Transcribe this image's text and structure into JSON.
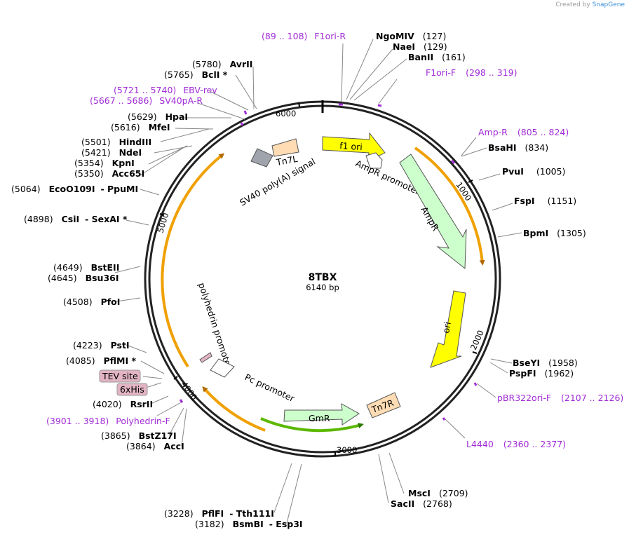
{
  "credit": {
    "prefix": "Created by",
    "brand": "SnapGene"
  },
  "plasmid": {
    "name": "8TBX",
    "size": "6140 bp"
  },
  "ticks": [
    "1000",
    "2000",
    "3000",
    "4000",
    "5000",
    "6000"
  ],
  "features": {
    "f1_ori": "f1 ori",
    "ampr_promoter": "AmpR promoter",
    "ampr": "AmpR",
    "ori": "ori",
    "tn7r": "Tn7R",
    "gmr": "GmR",
    "pc_promoter": "Pc promoter",
    "polyhedrin_promoter": "polyhedrin promoter",
    "tn7l": "Tn7L",
    "sv40": "SV40 poly(A) signal",
    "tev": "TEV site",
    "his": "6xHis"
  },
  "sites": {
    "ngomiv": {
      "pos": "(127)",
      "name": "NgoMIV"
    },
    "naei": {
      "pos": "(129)",
      "name": "NaeI"
    },
    "banii": {
      "pos": "(161)",
      "name": "BanII"
    },
    "bsahi": {
      "pos": "(834)",
      "name": "BsaHI"
    },
    "pvui": {
      "pos": "(1005)",
      "name": "PvuI"
    },
    "fspi": {
      "pos": "(1151)",
      "name": "FspI"
    },
    "bpmi": {
      "pos": "(1305)",
      "name": "BpmI"
    },
    "bseyi": {
      "pos": "(1958)",
      "name": "BseYI"
    },
    "pspfi": {
      "pos": "(1962)",
      "name": "PspFI"
    },
    "msci": {
      "pos": "(2709)",
      "name": "MscI"
    },
    "sacii": {
      "pos": "(2768)",
      "name": "SacII"
    },
    "pflfi": {
      "pos": "(3228)",
      "name": "PflFI",
      "alt": "- Tth111I"
    },
    "bsmbi": {
      "pos": "(3182)",
      "name": "BsmBI",
      "alt": "- Esp3I"
    },
    "bstz17i": {
      "pos": "(3865)",
      "name": "BstZ17I"
    },
    "acci": {
      "pos": "(3864)",
      "name": "AccI"
    },
    "rsrii": {
      "pos": "(4020)",
      "name": "RsrII"
    },
    "pflmi": {
      "pos": "(4085)",
      "name": "PflMI *"
    },
    "psti": {
      "pos": "(4223)",
      "name": "PstI"
    },
    "pfoi": {
      "pos": "(4508)",
      "name": "PfoI"
    },
    "bsteii": {
      "pos": "(4649)",
      "name": "BstEII"
    },
    "bsu36i": {
      "pos": "(4645)",
      "name": "Bsu36I"
    },
    "csii": {
      "pos": "(4898)",
      "name": "CsiI",
      "alt": "- SexAI *"
    },
    "ecoo109i": {
      "pos": "(5064)",
      "name": "EcoO109I",
      "alt": "- PpuMI"
    },
    "acc65i": {
      "pos": "(5350)",
      "name": "Acc65I"
    },
    "kpni": {
      "pos": "(5354)",
      "name": "KpnI"
    },
    "ndei": {
      "pos": "(5421)",
      "name": "NdeI"
    },
    "hindiii": {
      "pos": "(5501)",
      "name": "HindIII"
    },
    "mfei": {
      "pos": "(5616)",
      "name": "MfeI"
    },
    "hpai": {
      "pos": "(5629)",
      "name": "HpaI"
    },
    "bcli": {
      "pos": "(5765)",
      "name": "BclI *"
    },
    "avrii": {
      "pos": "(5780)",
      "name": "AvrII"
    }
  },
  "primers": {
    "f1ori_r": {
      "range": "(89 .. 108)",
      "name": "F1ori-R"
    },
    "f1ori_f": {
      "name": "F1ori-F",
      "range": "(298 .. 319)"
    },
    "amp_r": {
      "name": "Amp-R",
      "range": "(805 .. 824)"
    },
    "pbr322": {
      "name": "pBR322ori-F",
      "range": "(2107 .. 2126)"
    },
    "l4440": {
      "name": "L4440",
      "range": "(2360 .. 2377)"
    },
    "polyhedrin_f": {
      "range": "(3901 .. 3918)",
      "name": "Polyhedrin-F"
    },
    "sv40pa_r": {
      "range": "(5667 .. 5686)",
      "name": "SV40pA-R"
    },
    "ebv_rev": {
      "range": "(5721 .. 5740)",
      "name": "EBV-rev"
    }
  },
  "colors": {
    "primer": "#a12bd6",
    "f1ori": "#ffff00",
    "ampr": "#ccffcc",
    "ori": "#ffff00",
    "tn7": "#ffdcb4",
    "gmr": "#ccffcc",
    "orf": "#f0a000",
    "tag": "#e2b4c4",
    "sv40": "#a0a4ac"
  }
}
